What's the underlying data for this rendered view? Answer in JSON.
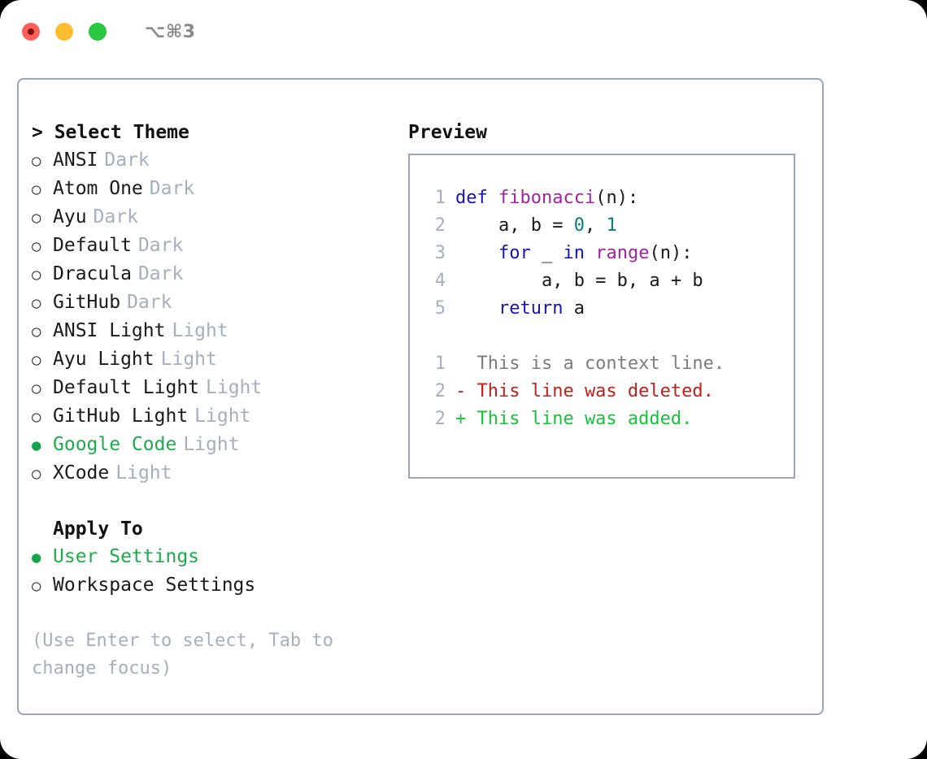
{
  "window": {
    "shortcut": "⌥⌘3",
    "traffic_lights": [
      {
        "name": "close",
        "color": "#ff5f57"
      },
      {
        "name": "minimize",
        "color": "#febc2e"
      },
      {
        "name": "maximize",
        "color": "#28c840"
      }
    ]
  },
  "theme_picker": {
    "header": "> Select Theme",
    "options": [
      {
        "marker": "○",
        "label": "ANSI",
        "variant": "Dark",
        "selected": false
      },
      {
        "marker": "○",
        "label": "Atom One",
        "variant": "Dark",
        "selected": false
      },
      {
        "marker": "○",
        "label": "Ayu",
        "variant": "Dark",
        "selected": false
      },
      {
        "marker": "○",
        "label": "Default",
        "variant": "Dark",
        "selected": false
      },
      {
        "marker": "○",
        "label": "Dracula",
        "variant": "Dark",
        "selected": false
      },
      {
        "marker": "○",
        "label": "GitHub",
        "variant": "Dark",
        "selected": false
      },
      {
        "marker": "○",
        "label": "ANSI Light",
        "variant": "Light",
        "selected": false
      },
      {
        "marker": "○",
        "label": "Ayu Light",
        "variant": "Light",
        "selected": false
      },
      {
        "marker": "○",
        "label": "Default Light",
        "variant": "Light",
        "selected": false
      },
      {
        "marker": "○",
        "label": "GitHub Light",
        "variant": "Light",
        "selected": false
      },
      {
        "marker": "●",
        "label": "Google Code",
        "variant": "Light",
        "selected": true
      },
      {
        "marker": "○",
        "label": "XCode",
        "variant": "Light",
        "selected": false
      }
    ]
  },
  "apply_to": {
    "title": "Apply To",
    "options": [
      {
        "marker": "●",
        "label": "User Settings",
        "selected": true
      },
      {
        "marker": "○",
        "label": "Workspace Settings",
        "selected": false
      }
    ]
  },
  "hint": "(Use Enter to select, Tab to change focus)",
  "preview": {
    "title": "Preview",
    "code_lines": [
      {
        "number": "1",
        "tokens": [
          {
            "text": "def ",
            "type": "kw"
          },
          {
            "text": "fibonacci",
            "type": "fn"
          },
          {
            "text": "(n):",
            "type": "plain"
          }
        ]
      },
      {
        "number": "2",
        "tokens": [
          {
            "text": "    a, b = ",
            "type": "plain"
          },
          {
            "text": "0",
            "type": "num"
          },
          {
            "text": ", ",
            "type": "plain"
          },
          {
            "text": "1",
            "type": "num"
          }
        ]
      },
      {
        "number": "3",
        "tokens": [
          {
            "text": "    ",
            "type": "plain"
          },
          {
            "text": "for",
            "type": "kw"
          },
          {
            "text": " _ ",
            "type": "plain"
          },
          {
            "text": "in",
            "type": "kw"
          },
          {
            "text": " ",
            "type": "plain"
          },
          {
            "text": "range",
            "type": "fn"
          },
          {
            "text": "(n):",
            "type": "plain"
          }
        ]
      },
      {
        "number": "4",
        "tokens": [
          {
            "text": "        a, b = b, a + b",
            "type": "plain"
          }
        ]
      },
      {
        "number": "5",
        "tokens": [
          {
            "text": "    ",
            "type": "plain"
          },
          {
            "text": "return",
            "type": "kw"
          },
          {
            "text": " a",
            "type": "plain"
          }
        ]
      }
    ],
    "diff_lines": [
      {
        "number": "1",
        "text": "  This is a context line.",
        "type": "ctx"
      },
      {
        "number": "2",
        "text": "- This line was deleted.",
        "type": "del"
      },
      {
        "number": "2",
        "text": "+ This line was added.",
        "type": "add"
      }
    ]
  },
  "colors": {
    "accent_green": "#1faa4b",
    "border": "#9aa6b5",
    "muted": "#a6b0bd",
    "keyword": "#1515b0",
    "function": "#a0239f",
    "number": "#0e7b7b",
    "diff_deleted": "#c0201a",
    "diff_added": "#16c23b",
    "diff_context": "#7d7d7d"
  }
}
